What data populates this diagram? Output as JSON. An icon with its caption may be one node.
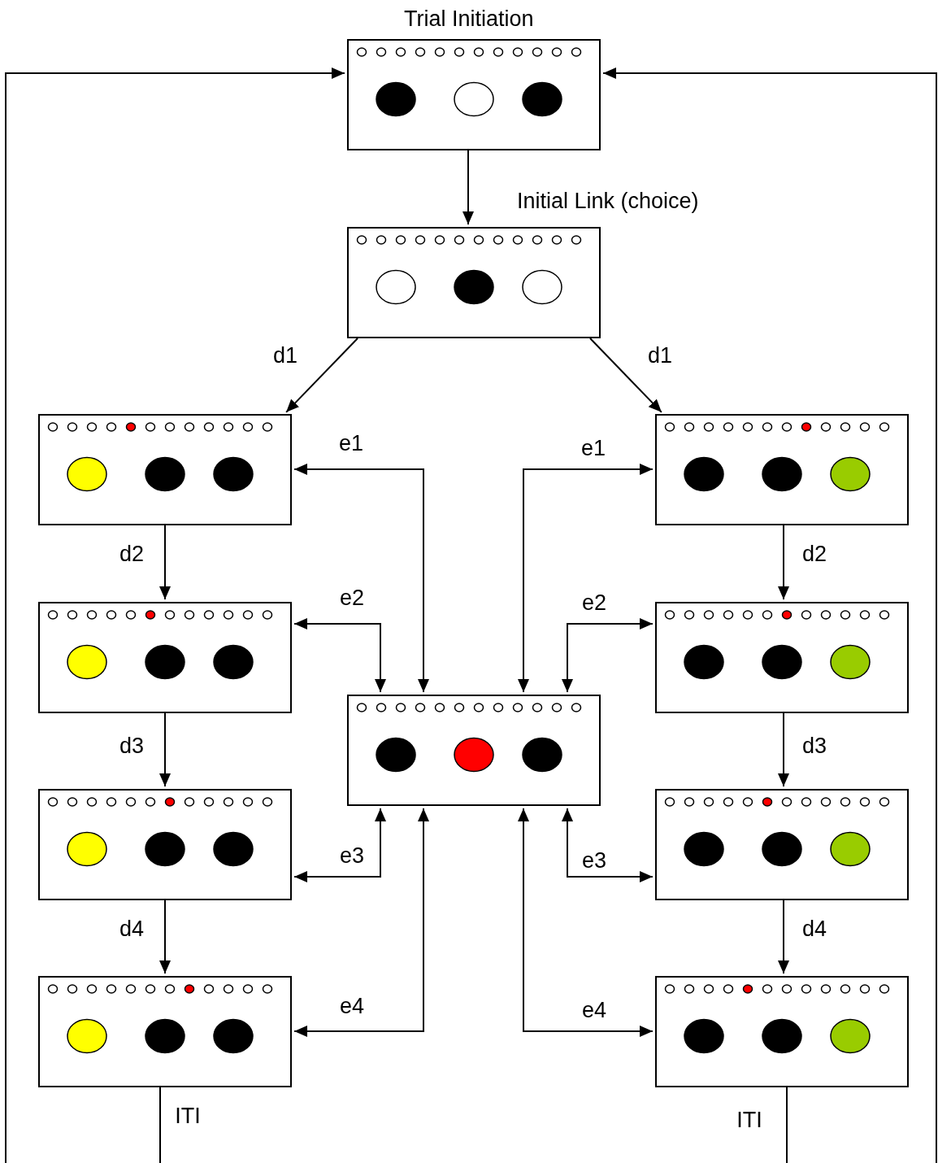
{
  "diagram": {
    "nodes": [
      {
        "text": [
          "Trial Initiation"
        ]
      },
      {
        "text": [
          "Initial Link (choice)"
        ]
      },
      {
        "text": [],
        "shape": "box"
      },
      {
        "text": [],
        "shape": "box"
      },
      {
        "text": [],
        "shape": "box"
      },
      {
        "text": [],
        "shape": "box"
      },
      {
        "text": [],
        "shape": "box"
      },
      {
        "text": [],
        "shape": "box"
      },
      {
        "text": [],
        "shape": "box"
      },
      {
        "text": [],
        "shape": "box"
      },
      {
        "text": [],
        "shape": "box"
      }
    ],
    "edges": [
      {
        "from": 0,
        "to": 1,
        "arrow": "to"
      },
      {
        "from": 1,
        "to": 2,
        "arrow": "to",
        "label": "d1"
      },
      {
        "from": 1,
        "to": 7,
        "arrow": "to",
        "label": "d1"
      },
      {
        "from": 2,
        "to": 3,
        "arrow": "to",
        "label": "d2"
      },
      {
        "from": 3,
        "to": 4,
        "arrow": "to",
        "label": "d3"
      },
      {
        "from": 4,
        "to": 5,
        "arrow": "to",
        "label": "d4"
      },
      {
        "from": 7,
        "to": 8,
        "arrow": "to",
        "label": "d2"
      },
      {
        "from": 8,
        "to": 9,
        "arrow": "to",
        "label": "d3"
      },
      {
        "from": 9,
        "to": 10,
        "arrow": "to",
        "label": "d4"
      },
      {
        "from": 6,
        "to": 2,
        "arrow": "both",
        "label": "e1"
      },
      {
        "from": 6,
        "to": 3,
        "arrow": "both",
        "label": "e2"
      },
      {
        "from": 6,
        "to": 4,
        "arrow": "both",
        "label": "e3"
      },
      {
        "from": 6,
        "to": 5,
        "arrow": "both",
        "label": "e4"
      },
      {
        "from": 6,
        "to": 7,
        "arrow": "both",
        "label": "e1"
      },
      {
        "from": 6,
        "to": 8,
        "arrow": "both",
        "label": "e2"
      },
      {
        "from": 6,
        "to": 9,
        "arrow": "both",
        "label": "e3"
      },
      {
        "from": 6,
        "to": 10,
        "arrow": "both",
        "label": "e4"
      },
      {
        "from": 5,
        "to": 0,
        "arrow": "to",
        "label": "ITI"
      },
      {
        "from": 10,
        "to": 0,
        "arrow": "to",
        "label": "ITI"
      }
    ]
  }
}
